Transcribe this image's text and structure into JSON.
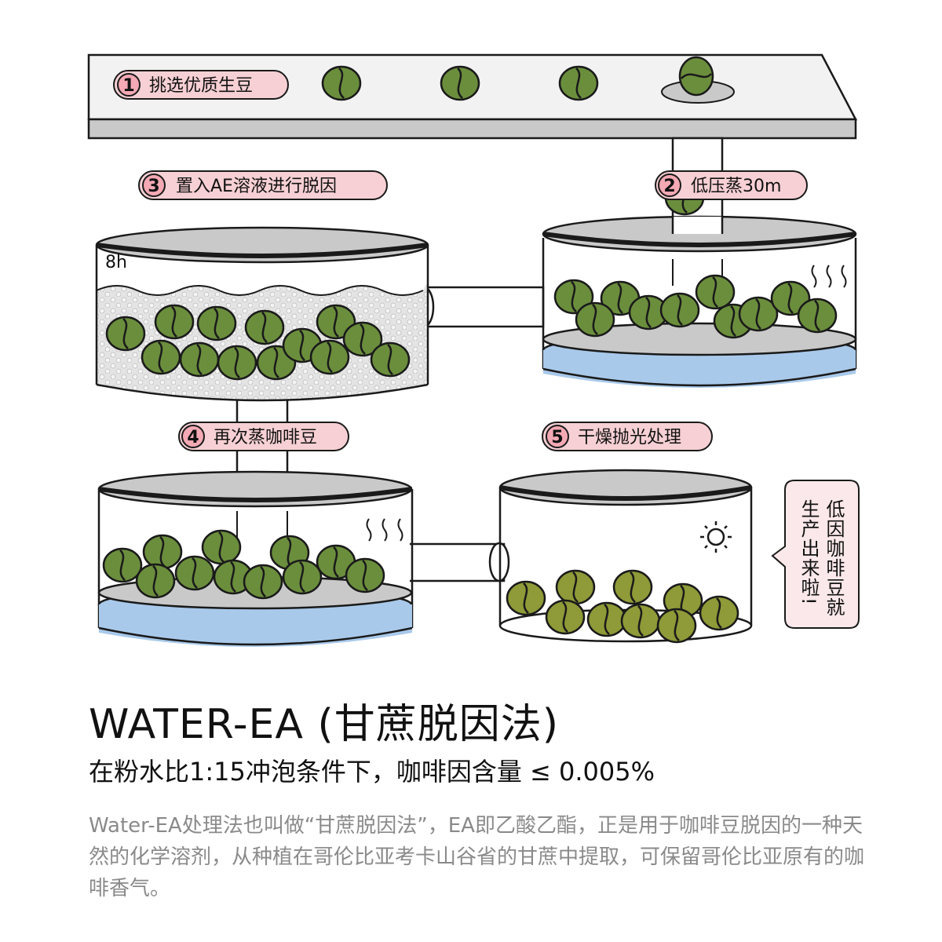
{
  "steps": [
    {
      "number": "1",
      "label": "挑选优质生豆"
    },
    {
      "number": "2",
      "label": "低压蒸30m"
    },
    {
      "number": "3",
      "label": "置入AE溶液进行脱因"
    },
    {
      "number": "4",
      "label": "再次蒸咖啡豆"
    },
    {
      "number": "5",
      "label": "干燥抛光处理"
    }
  ],
  "soak_duration": "8h",
  "note": {
    "column1": "低因咖啡豆就",
    "column2": "生产出来啦!"
  },
  "title": "WATER-EA (甘蔗脱因法)",
  "subtitle": "在粉水比1:15冲泡条件下，咖啡因含量 ≤ 0.005%",
  "description": "Water-EA处理法也叫做“甘蔗脱因法”，EA即乙酸乙酯，正是用于咖啡豆脱因的一种天然的化学溶剂，从种植在哥伦比亚考卡山谷省的甘蔗中提取，可保留哥伦比亚原有的咖啡香气。",
  "icons": [
    "coffee-bean-icon",
    "steam-icon",
    "sun-icon"
  ],
  "colors": {
    "bean_green": "#6b8e3d",
    "bean_dried": "#8f9a38",
    "water_blue": "#a9c9ea",
    "badge_pink": "#f6d0d4",
    "number_circle": "#f4a9b4",
    "tray_gray": "#c9c9c9",
    "outline": "#1a1a1a"
  }
}
